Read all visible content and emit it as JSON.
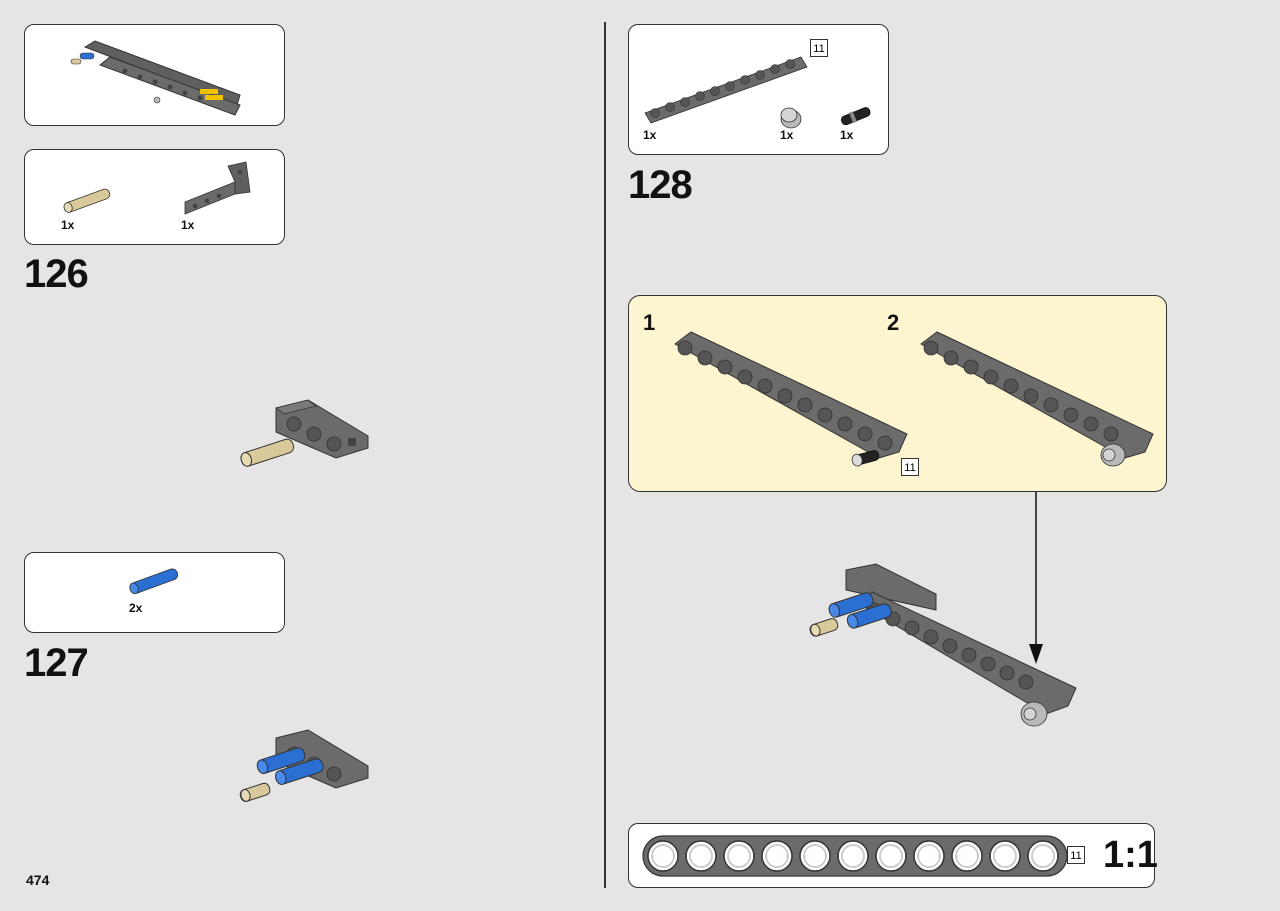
{
  "page": {
    "number": "474"
  },
  "steps": [
    {
      "number": "126",
      "parts": [
        {
          "qty": "1x",
          "name": "tan-axle-pin"
        },
        {
          "qty": "1x",
          "name": "gray-l-beam"
        }
      ]
    },
    {
      "number": "127",
      "parts": [
        {
          "qty": "2x",
          "name": "blue-pin"
        }
      ]
    },
    {
      "number": "128",
      "parts": [
        {
          "qty": "1x",
          "name": "gray-beam-11"
        },
        {
          "qty": "1x",
          "name": "bush"
        },
        {
          "qty": "1x",
          "name": "black-pin"
        }
      ],
      "part_length": "11"
    }
  ],
  "substeps": [
    {
      "number": "1",
      "length_label": "11"
    },
    {
      "number": "2"
    }
  ],
  "scale": {
    "length": "11",
    "label": "1:1"
  },
  "colors": {
    "beam": "#6b6b6b",
    "tan": "#d9c89a",
    "blue": "#2a6fd1",
    "yellow_panel": "#fdf5d0"
  }
}
